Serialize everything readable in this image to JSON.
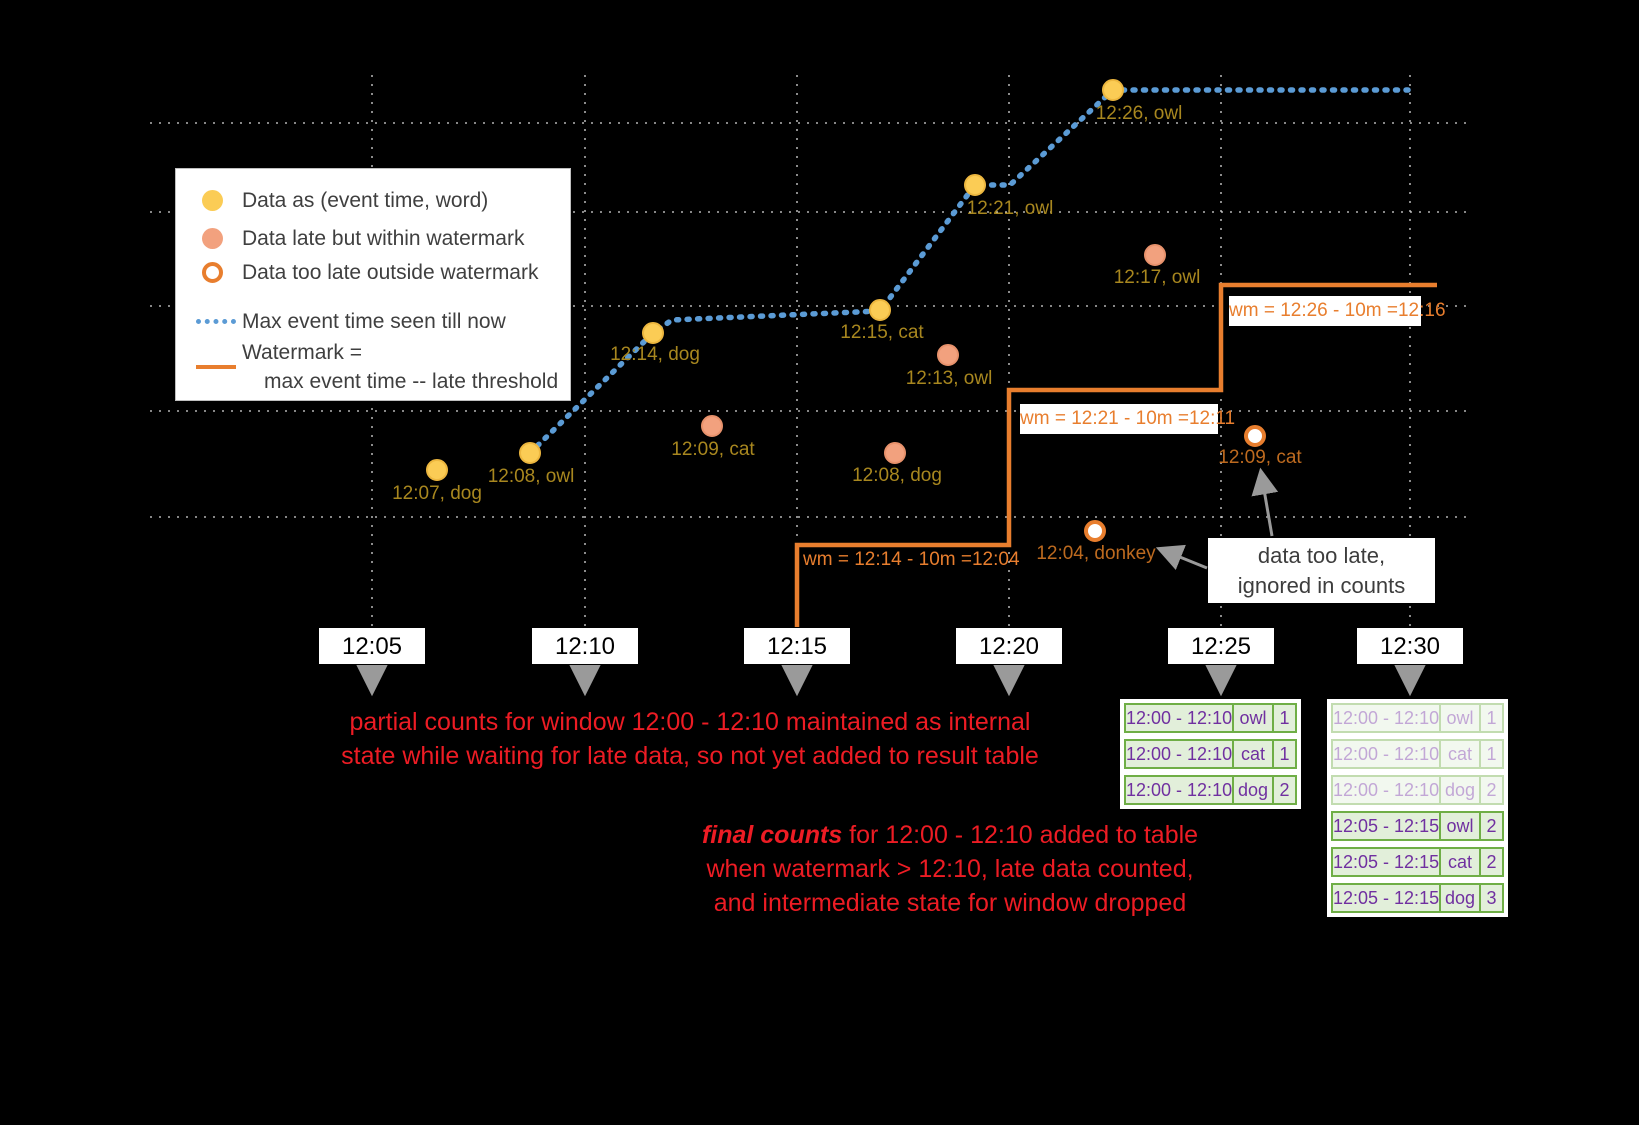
{
  "legend": {
    "items": [
      {
        "swatch": "event-dot",
        "label": "Data as (event time, word)"
      },
      {
        "swatch": "late-dot",
        "label": "Data late but within watermark"
      },
      {
        "swatch": "too-late-dot",
        "label": "Data too late outside watermark"
      },
      {
        "swatch": "max-event-line",
        "label": "Max event time seen till now"
      },
      {
        "swatch": "watermark-line",
        "label": "Watermark =",
        "label_line2": "max event time -- late threshold"
      }
    ]
  },
  "axis": {
    "ticks": [
      "12:05",
      "12:10",
      "12:15",
      "12:20",
      "12:25",
      "12:30"
    ]
  },
  "points": [
    {
      "type": "event",
      "label": "12:07, dog"
    },
    {
      "type": "event",
      "label": "12:08, owl"
    },
    {
      "type": "event",
      "label": "12:14, dog"
    },
    {
      "type": "event",
      "label": "12:15, cat"
    },
    {
      "type": "event",
      "label": "12:21, owl"
    },
    {
      "type": "event",
      "label": "12:26, owl"
    },
    {
      "type": "late",
      "label": "12:09, cat"
    },
    {
      "type": "late",
      "label": "12:08, dog"
    },
    {
      "type": "late",
      "label": "12:13, owl"
    },
    {
      "type": "late",
      "label": "12:17, owl"
    },
    {
      "type": "too_late",
      "label": "12:04, donkey"
    },
    {
      "type": "too_late",
      "label": "12:09, cat"
    }
  ],
  "watermarks": [
    {
      "label": "wm = 12:14 - 10m =12:04",
      "boxed": false
    },
    {
      "label": "wm = 12:21 - 10m =12:11",
      "boxed": true
    },
    {
      "label": "wm = 12:26 - 10m =12:16",
      "boxed": true
    }
  ],
  "callout": {
    "line1": "data too late,",
    "line2": "ignored in counts"
  },
  "notes": {
    "partial": {
      "line1": "partial counts for window 12:00 - 12:10 maintained as internal",
      "line2": "state while waiting for late data, so not yet added  to result table"
    },
    "final": {
      "emphasis": "final counts",
      "rest1": " for 12:00 - 12:10 added to table",
      "line2": "when watermark > 12:10, late data counted,",
      "line3": "and intermediate state for window dropped"
    }
  },
  "result_tables": {
    "partial": {
      "rows": [
        {
          "window": "12:00 - 12:10",
          "word": "owl",
          "count": "1"
        },
        {
          "window": "12:00 - 12:10",
          "word": "cat",
          "count": "1"
        },
        {
          "window": "12:00 - 12:10",
          "word": "dog",
          "count": "2"
        }
      ]
    },
    "final": {
      "rows": [
        {
          "window": "12:00 - 12:10",
          "word": "owl",
          "count": "1",
          "faded": true
        },
        {
          "window": "12:00 - 12:10",
          "word": "cat",
          "count": "1",
          "faded": true
        },
        {
          "window": "12:00 - 12:10",
          "word": "dog",
          "count": "2",
          "faded": true
        },
        {
          "window": "12:05 - 12:15",
          "word": "owl",
          "count": "2",
          "faded": false
        },
        {
          "window": "12:05 - 12:15",
          "word": "cat",
          "count": "2",
          "faded": false
        },
        {
          "window": "12:05 - 12:15",
          "word": "dog",
          "count": "3",
          "faded": false
        }
      ]
    }
  },
  "colors": {
    "background": "#000000",
    "event_dot": "#FBCC55",
    "late_dot": "#F2A17E",
    "too_late_ring": "#E87E2E",
    "max_event_line": "#5B9BD5",
    "watermark_line": "#E87E2E",
    "note_red": "#ED1C24",
    "table_border_green": "#6FAE46",
    "table_text_purple": "#7030A0",
    "point_label_gold": "#A8871F"
  }
}
